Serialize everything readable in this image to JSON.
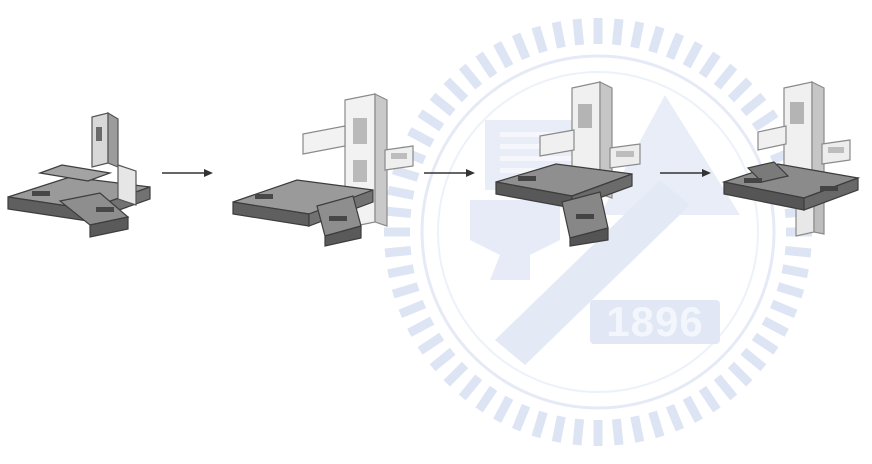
{
  "watermark": {
    "year": "1896",
    "ring_color": "#dde4f3",
    "fill_color": "#e7ecf7"
  },
  "colors": {
    "dark_piece_top": "#9a9a9a",
    "dark_piece_side": "#5f5f5f",
    "dark_piece_edge": "#3d3d3d",
    "light_piece_face": "#f2f2f2",
    "light_piece_edge": "#8a8a8a",
    "arrow": "#333333"
  },
  "sequence": {
    "stage_count": 4,
    "arrows": 3
  }
}
